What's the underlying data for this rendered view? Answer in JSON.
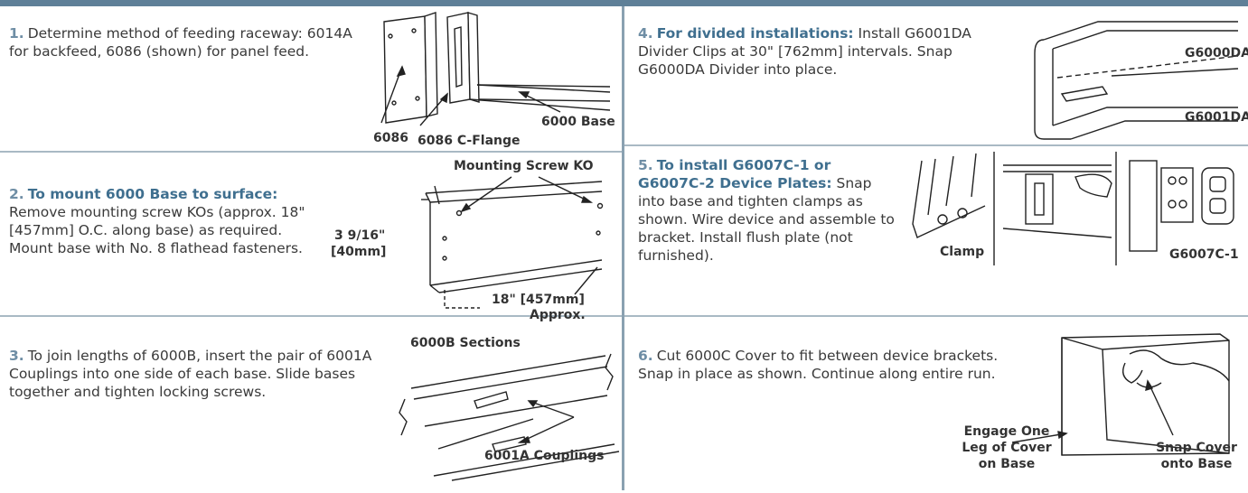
{
  "steps": [
    {
      "num": "1.",
      "lead": "",
      "text": "Determine method of feeding raceway: 6014A for backfeed, 6086 (shown) for panel feed."
    },
    {
      "num": "2.",
      "lead": "To mount 6000 Base to surface:",
      "text": " Remove mounting screw KOs (approx. 18\" [457mm] O.C. along base) as required. Mount base with No. 8 flathead fasteners."
    },
    {
      "num": "3.",
      "lead": "",
      "text": "To join lengths of 6000B, insert the pair of 6001A Couplings into one side of each base. Slide bases together and tighten locking screws."
    },
    {
      "num": "4.",
      "lead": "For divided installations:",
      "text": " Install G6001DA Divider Clips at 30\" [762mm] intervals. Snap G6000DA Divider into place."
    },
    {
      "num": "5.",
      "lead": "To install G6007C-1 or G6007C-2 Device  Plates:",
      "text": " Snap into base and tighten clamps as shown. Wire device and assemble to bracket. Install flush plate (not furnished)."
    },
    {
      "num": "6.",
      "lead": "",
      "text": "Cut 6000C Cover to fit between device brackets. Snap in place as shown. Continue along entire run."
    }
  ],
  "labels": {
    "fig1_6086": "6086",
    "fig1_cflange": "6086 C-Flange",
    "fig1_base": "6000 Base",
    "fig2_ko": "Mounting Screw KO",
    "fig2_dim1": "3 9/16\"",
    "fig2_dim2": "[40mm]",
    "fig2_span1": "18\" [457mm]",
    "fig2_span2": "Approx.",
    "fig3_sections": "6000B Sections",
    "fig3_couplings": "6001A Couplings",
    "fig4_divider": "G6000DA",
    "fig4_clip": "G6001DA",
    "fig5_clamp": "Clamp",
    "fig5_plate": "G6007C-1",
    "fig6_engage1": "Engage One",
    "fig6_engage2": "Leg of Cover",
    "fig6_engage3": "on Base",
    "fig6_snap1": "Snap Cover",
    "fig6_snap2": "onto Base"
  }
}
